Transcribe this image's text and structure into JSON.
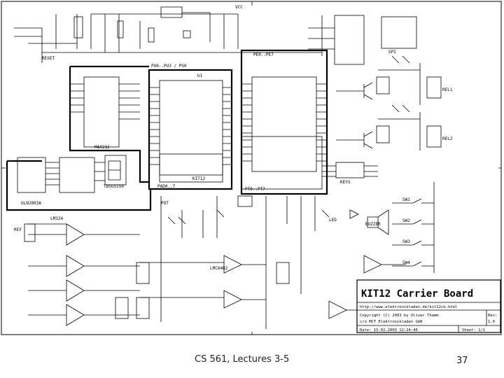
{
  "slide": {
    "footer_course": "CS 561, Lectures 3-5",
    "page_number": "37"
  },
  "schematic": {
    "title_block": {
      "title": "KIT12 Carrier Board",
      "url": "http://www.elektronikladen.de/kit12cb.html",
      "copyright_line1": "Copyright (C) 2003 by Oliver Thamm",
      "copyright_line2": "c/o MCT Elektronikladen GbR",
      "rev_label": "Rev:",
      "rev_value": "1.0",
      "date": "Date: 15.02.2003  12:24:46",
      "sheet": "Sheet: 1/1"
    },
    "labels": {
      "u1": "U1",
      "kit12": "KIT12",
      "kit12_header_left": "PU0..PU3 / PS0",
      "kit12_header_right": "PE0..PE7",
      "pad_left": "PAD0..7",
      "pad_right": "PT0..PT7",
      "seven_seg": "TDSG5150",
      "u4": "ULN2803A",
      "max": "MAX232",
      "u7": "LM324",
      "u8": "LMC6482",
      "keys": "KEYS",
      "sw1": "SW1",
      "sw2": "SW2",
      "sw3": "SW3",
      "sw4": "SW4",
      "buzzer": "BUZZER",
      "vcc": "VCC",
      "spi": "SPI",
      "ref": "REF",
      "pot": "POT",
      "led": "LED",
      "rel1": "REL1",
      "rel2": "REL2",
      "reset": "RESET"
    }
  }
}
